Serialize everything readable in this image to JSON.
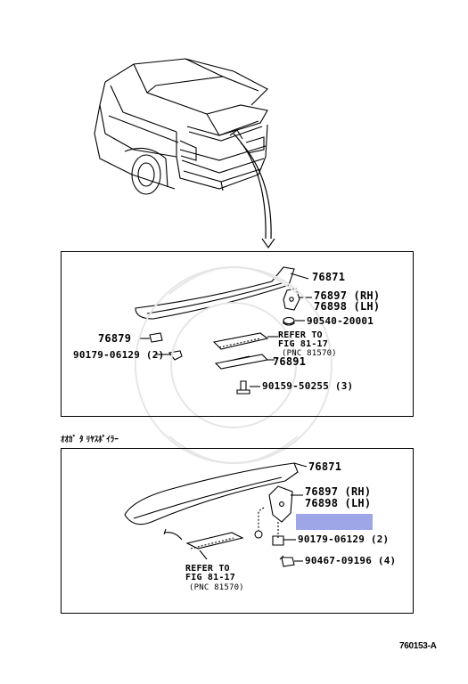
{
  "top_section": {
    "labels": {
      "spoiler": "76871",
      "bracket_rh": "76897 (RH)",
      "bracket_lh": "76898 (LH)",
      "nut": "90540-20001",
      "plug": "76879",
      "clip": "90179-06129 (2)",
      "ref_line1": "REFER TO",
      "ref_line2": "FIG 81-17",
      "ref_line3": "(PNC 81570)",
      "pad": "76891",
      "bolt": "90159-50255 (3)"
    }
  },
  "middle_caption": "ｵｵｶﾞ ﾀ ﾘﾔｽﾎﾟｲﾗｰ",
  "bottom_section": {
    "labels": {
      "spoiler": "76871",
      "bracket_rh": "76897 (RH)",
      "bracket_lh": "76898 (LH)",
      "clip": "90179-06129 (2)",
      "nut": "90467-09196 (4)",
      "ref_line1": "REFER TO",
      "ref_line2": "FIG 81-17",
      "ref_line3": "(PNC 81570)"
    },
    "highlight_color": "#9ea6e8"
  },
  "figure_code": "760153-A"
}
